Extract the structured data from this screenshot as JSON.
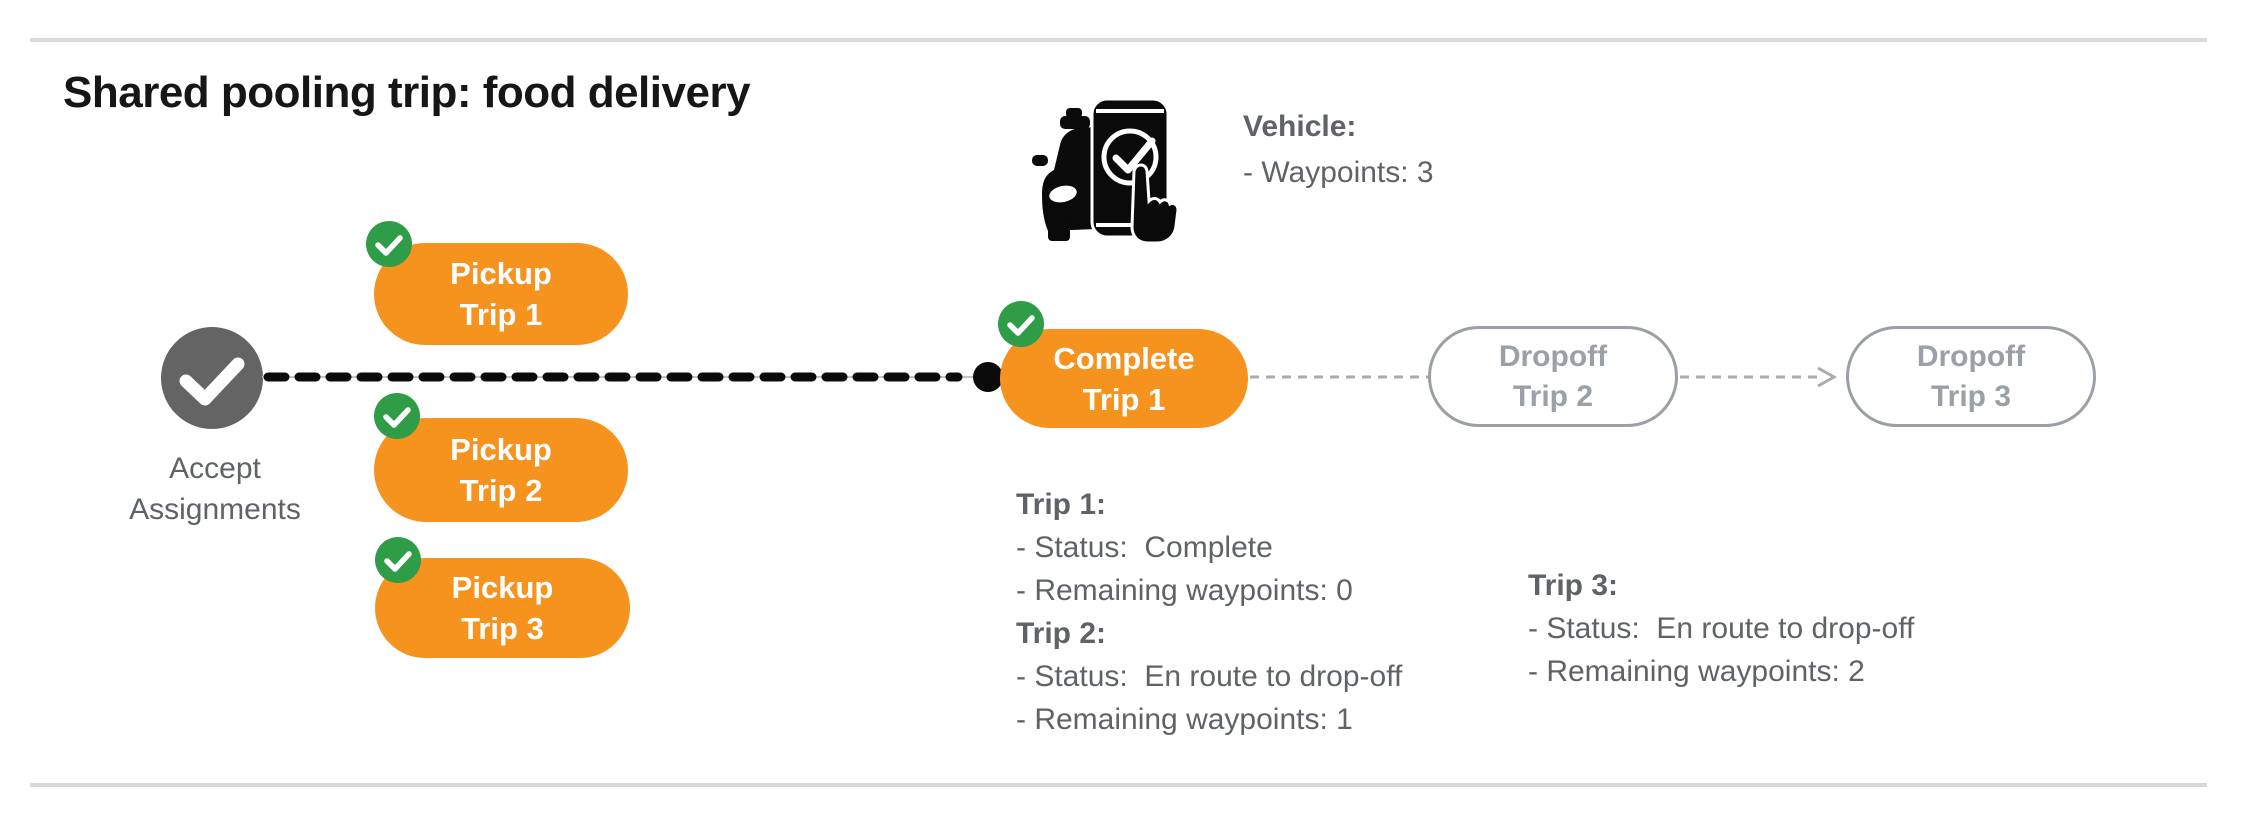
{
  "title": "Shared pooling trip: food delivery",
  "vehicle": {
    "icon": "car-phone-check-icon",
    "heading": "Vehicle:",
    "waypoints": "- Waypoints: 3"
  },
  "flow": {
    "start": {
      "line1": "Accept",
      "line2": "Assignments"
    },
    "pickups": [
      {
        "line1": "Pickup",
        "line2": "Trip 1"
      },
      {
        "line1": "Pickup",
        "line2": "Trip 2"
      },
      {
        "line1": "Pickup",
        "line2": "Trip 3"
      }
    ],
    "complete": {
      "line1": "Complete",
      "line2": "Trip 1"
    },
    "dropoffs": [
      {
        "line1": "Dropoff",
        "line2": "Trip 2"
      },
      {
        "line1": "Dropoff",
        "line2": "Trip 3"
      }
    ]
  },
  "status_blocks": {
    "left": [
      {
        "heading": "Trip 1:",
        "lines": [
          "- Status:  Complete",
          "- Remaining waypoints: 0"
        ]
      },
      {
        "heading": "Trip 2:",
        "lines": [
          "- Status:  En route to drop-off",
          "- Remaining waypoints: 1"
        ]
      }
    ],
    "right": [
      {
        "heading": "Trip 3:",
        "lines": [
          "- Status:  En route to drop-off",
          "- Remaining waypoints: 2"
        ]
      }
    ]
  },
  "colors": {
    "orange": "#F6931E",
    "green": "#2F9C47",
    "gray_circle": "#646464",
    "text_gray": "#5F6368",
    "dropoff_gray": "#9AA0A6",
    "line_black": "#0A0A0A",
    "rule_gray": "#D9D9D9",
    "connector_gray": "#ABABAB",
    "title_black": "#161616"
  }
}
